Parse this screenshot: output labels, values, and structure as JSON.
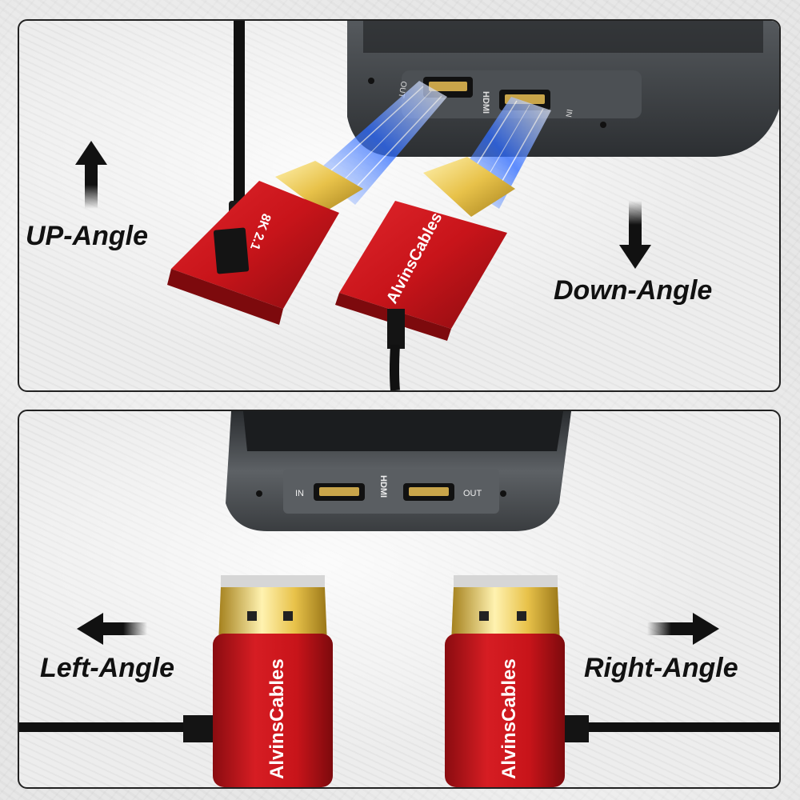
{
  "top_panel": {
    "up_label": "UP-Angle",
    "down_label": "Down-Angle",
    "connector_spec": "8K 2.1",
    "brand": "AlvinsCables",
    "device_port_out": "OUT",
    "device_port_in": "IN",
    "device_port_hdmi": "HDMI"
  },
  "bottom_panel": {
    "left_label": "Left-Angle",
    "right_label": "Right-Angle",
    "brand": "AlvinsCables",
    "device_port_in": "IN",
    "device_port_out": "OUT",
    "device_port_hdmi": "HDMI"
  },
  "colors": {
    "connector_red": "#c8141a",
    "gold": "#e8c24a",
    "device_gray": "#3a3d40",
    "signal_blue": "#2f6cff"
  }
}
